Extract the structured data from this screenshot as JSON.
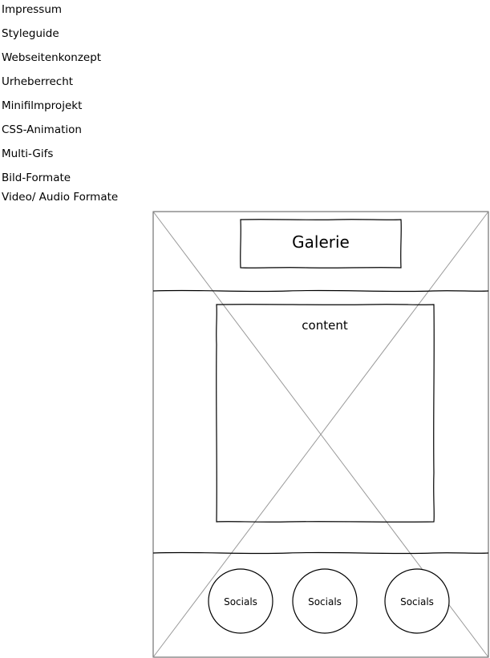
{
  "nav": {
    "items": [
      {
        "label": "Impressum"
      },
      {
        "label": "Styleguide"
      },
      {
        "label": "Webseitenkonzept"
      },
      {
        "label": "Urheberrecht"
      },
      {
        "label": "Minifilmprojekt"
      },
      {
        "label": "CSS-Animation"
      },
      {
        "label": "Multi-Gifs"
      },
      {
        "label": "Bild-Formate"
      },
      {
        "label": "Video/ Audio Formate"
      }
    ]
  },
  "wireframe": {
    "header_title": "Galerie",
    "content_label": "content",
    "socials": [
      {
        "label": "Socials"
      },
      {
        "label": "Socials"
      },
      {
        "label": "Socials"
      }
    ]
  }
}
